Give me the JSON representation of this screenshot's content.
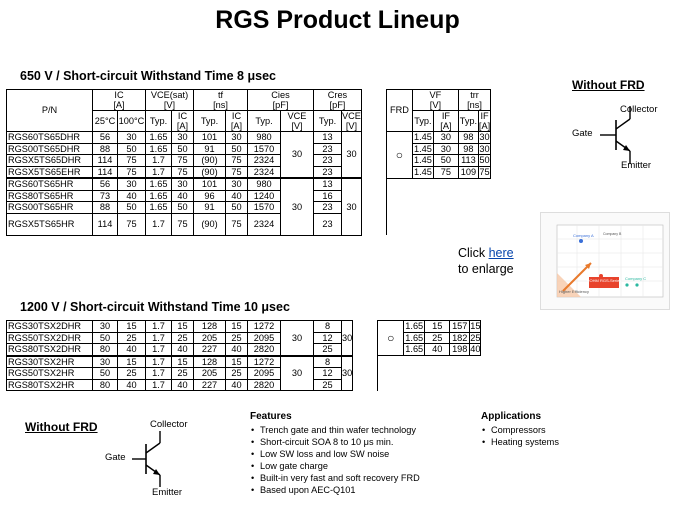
{
  "title": "RGS Product Lineup",
  "section650": "650 V / Short-circuit Withstand Time 8 μsec",
  "section1200": "1200 V / Short-circuit Withstand Time 10 μsec",
  "headers": {
    "pn": "P/N",
    "ic": "IC",
    "ic_u": "[A]",
    "vce": "VCE(sat)",
    "vce_u": "[V]",
    "tf": "tf",
    "tf_u": "[ns]",
    "cies": "Cies",
    "cies_u": "[pF]",
    "cres": "Cres",
    "cres_u": "[pF]",
    "frd": "FRD",
    "vf": "VF",
    "vf_u": "[V]",
    "trr": "trr",
    "trr_u": "[ns]",
    "t25": "25°C",
    "t100": "100°C",
    "typ": "Typ.",
    "ic_sub": "IC",
    "ic_sub_u": "[A]",
    "vce_sub": "VCE",
    "vce_sub_u": "[V]",
    "if_sub": "IF",
    "if_sub_u": "[A]"
  },
  "t650_frd": [
    [
      "RGS60TS65DHR",
      "56",
      "30",
      "1.65",
      "30",
      "101",
      "30",
      "980",
      "13",
      "1.45",
      "30",
      "98",
      "30"
    ],
    [
      "RGS00TS65DHR",
      "88",
      "50",
      "1.65",
      "50",
      "91",
      "50",
      "1570",
      "23",
      "1.45",
      "30",
      "98",
      "30"
    ],
    [
      "RGSX5TS65DHR",
      "114",
      "75",
      "1.7",
      "75",
      "(90)",
      "75",
      "2324",
      "23",
      "1.45",
      "50",
      "113",
      "50"
    ],
    [
      "RGSX5TS65EHR",
      "114",
      "75",
      "1.7",
      "75",
      "(90)",
      "75",
      "2324",
      "23",
      "1.45",
      "75",
      "109",
      "75"
    ]
  ],
  "t650_nofrd": [
    [
      "RGS60TS65HR",
      "56",
      "30",
      "1.65",
      "30",
      "101",
      "30",
      "980",
      "13"
    ],
    [
      "RGS80TS65HR",
      "73",
      "40",
      "1.65",
      "40",
      "96",
      "40",
      "1240",
      "16"
    ],
    [
      "RGS00TS65HR",
      "88",
      "50",
      "1.65",
      "50",
      "91",
      "50",
      "1570",
      "23"
    ],
    [
      "RGSX5TS65HR",
      "114",
      "75",
      "1.7",
      "75",
      "(90)",
      "75",
      "2324",
      "23"
    ]
  ],
  "t1200_frd": [
    [
      "RGS30TSX2DHR",
      "30",
      "15",
      "1.7",
      "15",
      "128",
      "15",
      "1272",
      "8",
      "1.65",
      "15",
      "157",
      "15"
    ],
    [
      "RGS50TSX2DHR",
      "50",
      "25",
      "1.7",
      "25",
      "205",
      "25",
      "2095",
      "12",
      "1.65",
      "25",
      "182",
      "25"
    ],
    [
      "RGS80TSX2DHR",
      "80",
      "40",
      "1.7",
      "40",
      "227",
      "40",
      "2820",
      "25",
      "1.65",
      "40",
      "198",
      "40"
    ]
  ],
  "t1200_nofrd": [
    [
      "RGS30TSX2HR",
      "30",
      "15",
      "1.7",
      "15",
      "128",
      "15",
      "1272",
      "8"
    ],
    [
      "RGS50TSX2HR",
      "50",
      "25",
      "1.7",
      "25",
      "205",
      "25",
      "2095",
      "12"
    ],
    [
      "RGS80TSX2HR",
      "80",
      "40",
      "1.7",
      "40",
      "227",
      "40",
      "2820",
      "25"
    ]
  ],
  "cres_ic_650": "30",
  "cres_vce_650": "30",
  "cres_ic_1200": "30",
  "cres_vce_1200": "30",
  "frd_mark": "○",
  "without_frd": "Without FRD",
  "collector": "Collector",
  "gate": "Gate",
  "emitter": "Emitter",
  "click_prefix": "Click ",
  "click_link": "here",
  "click_suffix": "to enlarge",
  "features": {
    "heading": "Features",
    "items": [
      "Trench gate and thin wafer technology",
      "Short-circuit SOA 8 to 10 μs min.",
      "Low SW loss and low SW noise",
      "Low gate charge",
      "Built-in very fast and soft recovery FRD",
      "Based upon AEC-Q101"
    ]
  },
  "applications": {
    "heading": "Applications",
    "items": [
      "Compressors",
      "Heating systems"
    ]
  },
  "thumbnail": {
    "label_series": "ROHM RGS-Series",
    "label_a": "Company A",
    "label_b": "Company B",
    "label_c": "Company C",
    "label_eff": "Higher Efficiency"
  }
}
